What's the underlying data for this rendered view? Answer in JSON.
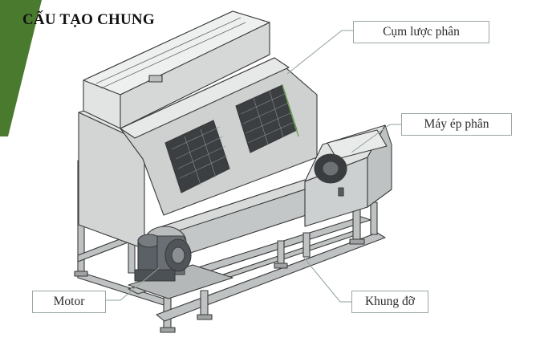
{
  "diagram": {
    "title": "CẤU TẠO CHUNG",
    "accent_color": "#4a7a2e",
    "leader_color": "#8fa39a",
    "machine_fill": "#c9cbcb",
    "machine_stroke": "#3a3a3a",
    "callouts": [
      {
        "id": "cum-luoc-phan",
        "label": "Cụm lược phân"
      },
      {
        "id": "may-ep-phan",
        "label": "Máy ép phân"
      },
      {
        "id": "motor",
        "label": "Motor"
      },
      {
        "id": "khung-do",
        "label": "Khung đỡ"
      }
    ]
  }
}
